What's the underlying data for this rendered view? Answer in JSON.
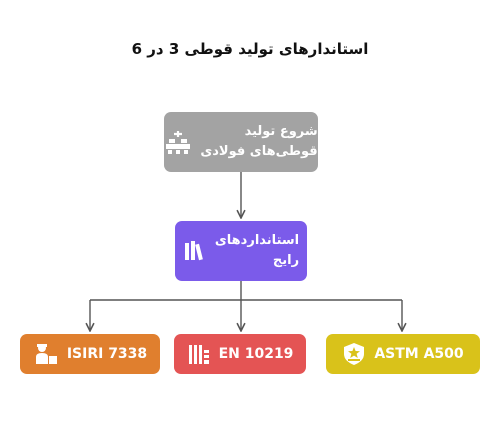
{
  "title": "استاندارهای تولید قوطی 3 در 6",
  "nodes": {
    "start": {
      "line1": "شروع تولید",
      "line2": "قوطی‌های فولادی",
      "icon": "production-line-icon",
      "color": "#a3a3a3"
    },
    "standards": {
      "line1": "استانداردهای",
      "line2": "رایج",
      "icon": "books-icon",
      "color": "#7b5bea"
    },
    "isiri": {
      "label": "ISIRI 7338",
      "icon": "worker-icon",
      "color": "#e07f2e"
    },
    "en": {
      "label": "EN 10219",
      "icon": "eu-building-icon",
      "color": "#e45454"
    },
    "astm": {
      "label": "ASTM A500",
      "icon": "shield-badge-icon",
      "color": "#d9c21a"
    }
  },
  "line_color": "#555555"
}
